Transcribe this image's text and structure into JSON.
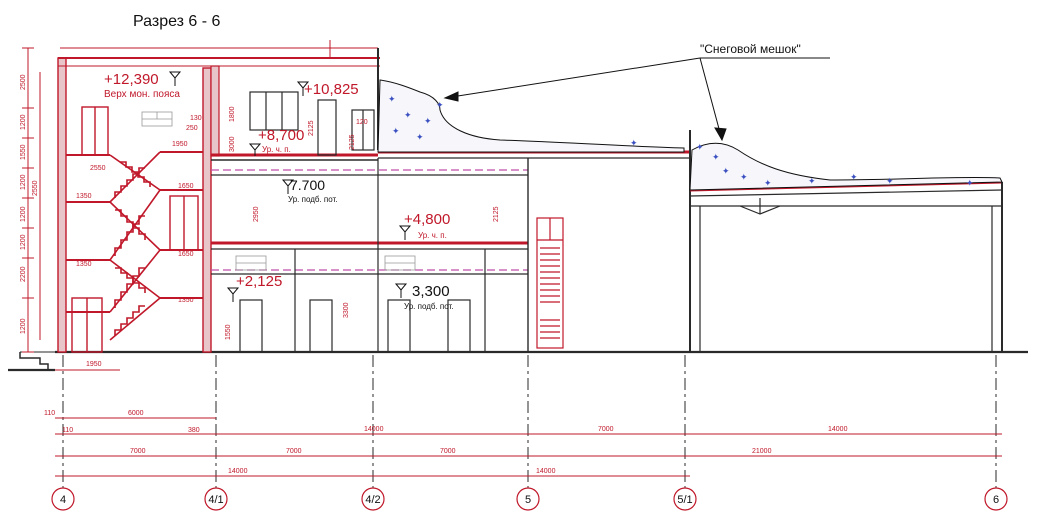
{
  "title": "Разрез 6 - 6",
  "snow_note": "\"Снеговой мешок\"",
  "levels": [
    {
      "value": "+12,390",
      "caption": "Верх  мон. пояса"
    },
    {
      "value": "+10,825",
      "caption": ""
    },
    {
      "value": "+8,700",
      "caption": "Ур. ч. п."
    },
    {
      "value": "7.700",
      "caption": "Ур. подб. пот."
    },
    {
      "value": "+4,800",
      "caption": "Ур. ч. п."
    },
    {
      "value": "+2,125",
      "caption": ""
    },
    {
      "value": "3,300",
      "caption": "Ур. подб. пот."
    }
  ],
  "axes": [
    "4",
    "4/1",
    "4/2",
    "5",
    "5/1",
    "6"
  ],
  "dims_bottom": {
    "row1": [
      "6000",
      "380",
      "14000",
      "7000",
      "14000"
    ],
    "row2": [
      "7000",
      "7000",
      "7000",
      "21000"
    ],
    "row3": [
      "14000",
      "14000"
    ],
    "small": [
      "110",
      "110",
      "1950"
    ]
  },
  "dims_left": [
    "2500",
    "1200",
    "1550",
    "1200",
    "2550",
    "1200",
    "1200",
    "2200",
    "1200"
  ],
  "dims_stair": [
    "2550",
    "1950",
    "1350",
    "1650",
    "1350",
    "1650",
    "1350",
    "1950"
  ],
  "dims_misc": [
    "1800",
    "2125",
    "3000",
    "130",
    "250",
    "120",
    "2950",
    "2125",
    "3300",
    "1550",
    "2125"
  ],
  "colors": {
    "line_red": "#c0182a",
    "line_dark": "#2a2a2a",
    "dash_magenta": "#c04fa8",
    "snow": "#3a4fc0"
  }
}
